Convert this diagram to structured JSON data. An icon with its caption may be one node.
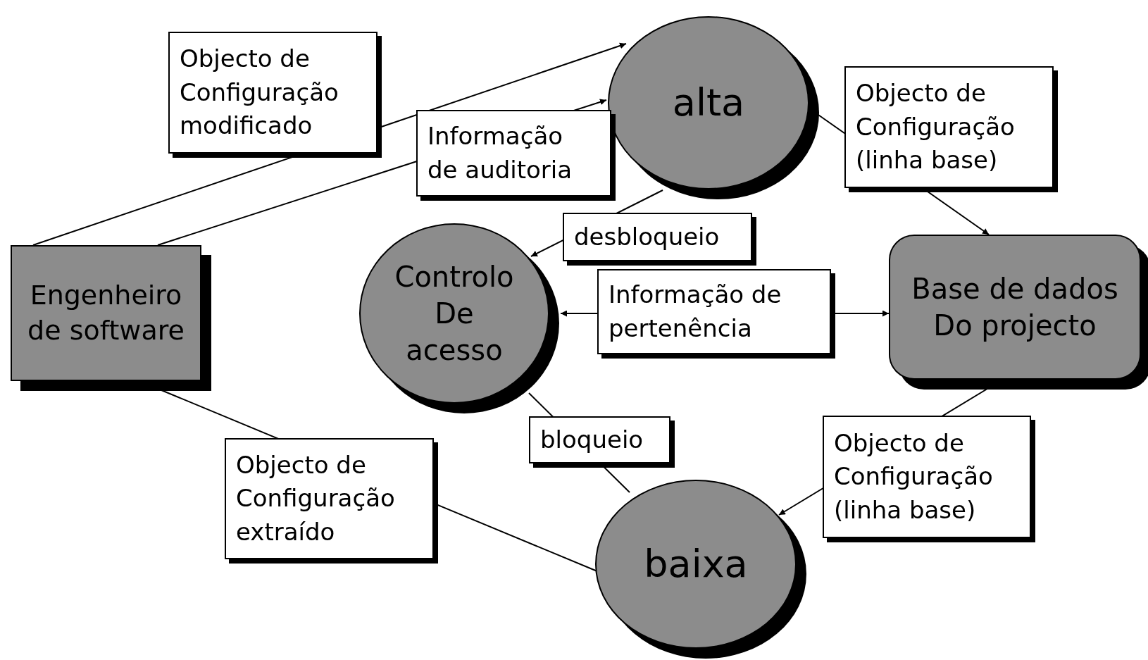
{
  "diagram": {
    "nodes": [
      {
        "text": [
          "Engenheiro de software"
        ]
      },
      {
        "text": [
          "alta"
        ]
      },
      {
        "text": [
          "Controlo De acesso"
        ]
      },
      {
        "text": [
          "Base de dados Do projecto"
        ]
      },
      {
        "text": [
          "baixa"
        ]
      }
    ],
    "edges": [
      {
        "from": 0,
        "to": 1,
        "arrow": "to",
        "label": "Objecto de Configuração modificado"
      },
      {
        "from": 0,
        "to": 1,
        "arrow": "to",
        "label": "Informação de auditoria"
      },
      {
        "from": 1,
        "to": 3,
        "arrow": "to",
        "label": "Objecto de Configuração (linha base)"
      },
      {
        "from": 1,
        "to": 2,
        "arrow": "to",
        "label": "desbloqueio"
      },
      {
        "from": 2,
        "to": 3,
        "arrow": "both",
        "label": "Informação de pertenência"
      },
      {
        "from": 2,
        "to": 4,
        "arrow": "none",
        "label": "bloqueio"
      },
      {
        "from": 3,
        "to": 4,
        "arrow": "to",
        "label": "Objecto de Configuração (linha base)"
      },
      {
        "from": 0,
        "to": 4,
        "arrow": "none",
        "label": "Objecto de Configuração extraído"
      }
    ]
  }
}
